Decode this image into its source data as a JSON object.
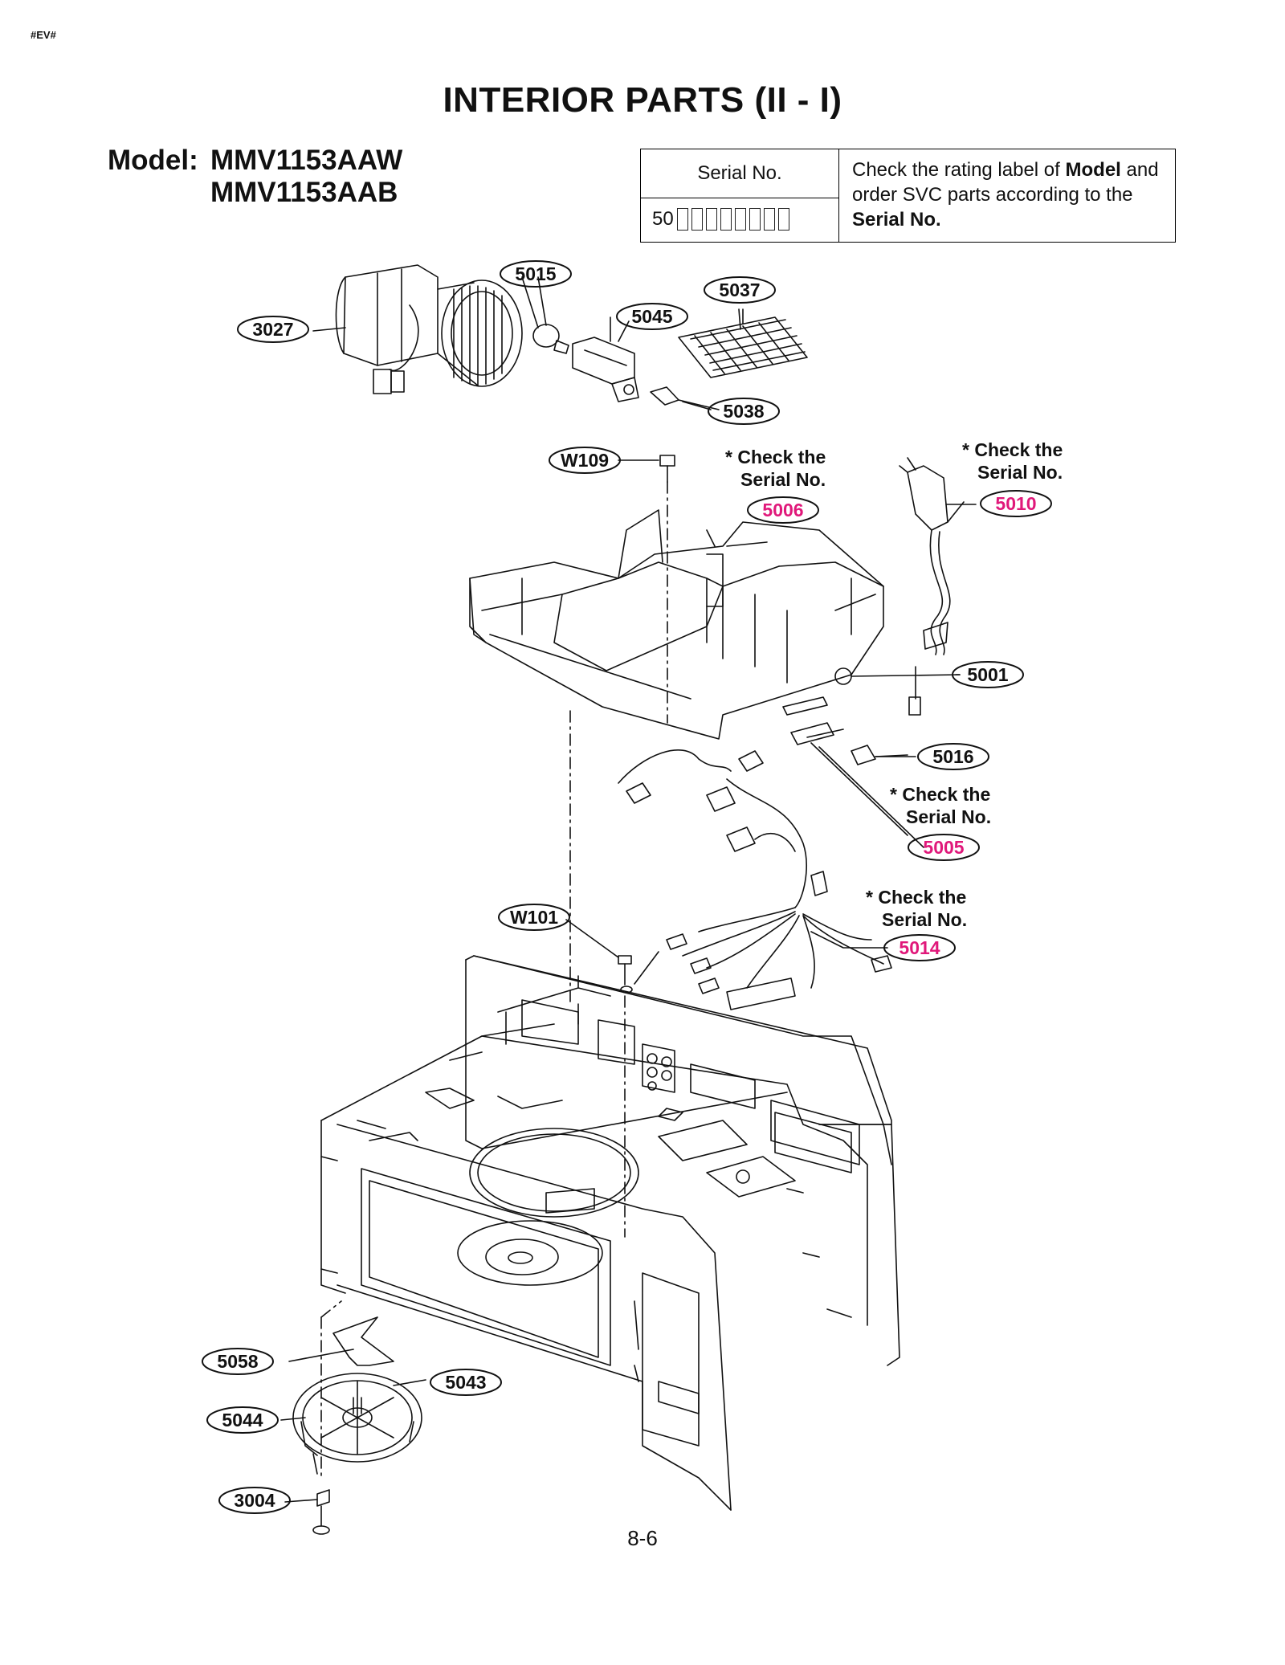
{
  "corner_tag": "#EV#",
  "title": "INTERIOR PARTS (II - I)",
  "model": {
    "prefix": "Model:",
    "numbers": [
      "MMV1153AAW",
      "MMV1153AAB"
    ]
  },
  "serial_table": {
    "header": "Serial No.",
    "prefix_digits": "50",
    "note_part1": "Check the rating label of ",
    "note_bold1": "Model",
    "note_part2": " and order SVC parts according to the ",
    "note_bold2": "Serial No."
  },
  "check_note_line1": "* Check the",
  "check_note_line2": "Serial No.",
  "callouts": [
    {
      "id": "3027",
      "highlight": false
    },
    {
      "id": "5015",
      "highlight": false
    },
    {
      "id": "5045",
      "highlight": false
    },
    {
      "id": "5037",
      "highlight": false
    },
    {
      "id": "5038",
      "highlight": false
    },
    {
      "id": "W109",
      "highlight": false
    },
    {
      "id": "5006",
      "highlight": true
    },
    {
      "id": "5010",
      "highlight": true
    },
    {
      "id": "5001",
      "highlight": false
    },
    {
      "id": "5016",
      "highlight": false
    },
    {
      "id": "5005",
      "highlight": true
    },
    {
      "id": "W101",
      "highlight": false
    },
    {
      "id": "5014",
      "highlight": true
    },
    {
      "id": "5058",
      "highlight": false
    },
    {
      "id": "5043",
      "highlight": false
    },
    {
      "id": "5044",
      "highlight": false
    },
    {
      "id": "3004",
      "highlight": false
    }
  ],
  "colors": {
    "highlight": "#e0187a",
    "ink": "#111111"
  },
  "page_number": "8-6"
}
